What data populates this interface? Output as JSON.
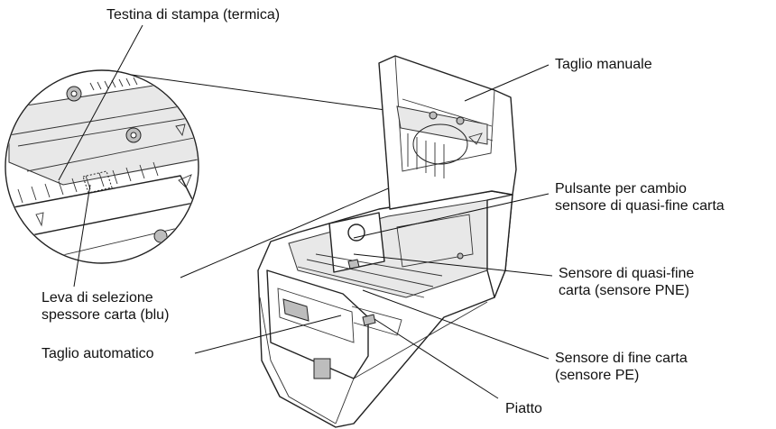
{
  "labels": {
    "print_head": "Testina di stampa (termica)",
    "manual_cutter": "Taglio manuale",
    "pne_switch_line1": "Pulsante per cambio",
    "pne_switch_line2": "sensore di quasi-fine carta",
    "pne_sensor_line1": "Sensore di quasi-fine",
    "pne_sensor_line2": "carta (sensore PNE)",
    "pe_sensor_line1": "Sensore di fine carta",
    "pe_sensor_line2": "(sensore PE)",
    "platen": "Piatto",
    "auto_cutter": "Taglio automatico",
    "thickness_lever_line1": "Leva di selezione",
    "thickness_lever_line2": "spessore carta (blu)"
  }
}
